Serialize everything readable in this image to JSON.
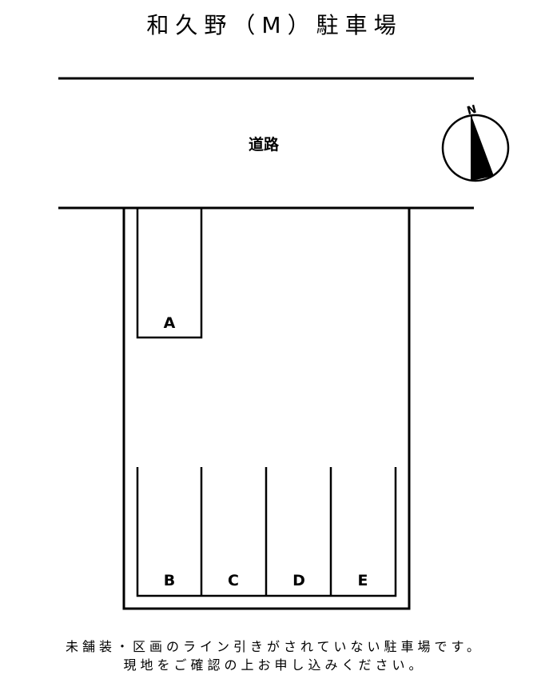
{
  "title": "和久野（M）駐車場",
  "road_label": "道路",
  "compass": {
    "label": "N",
    "icon": "north-arrow-icon"
  },
  "spaces": [
    {
      "id": "A"
    },
    {
      "id": "B"
    },
    {
      "id": "C"
    },
    {
      "id": "D"
    },
    {
      "id": "E"
    }
  ],
  "notes": [
    "未舗装・区画のライン引きがされていない駐車場です。",
    "現地をご確認の上お申し込みください。"
  ]
}
